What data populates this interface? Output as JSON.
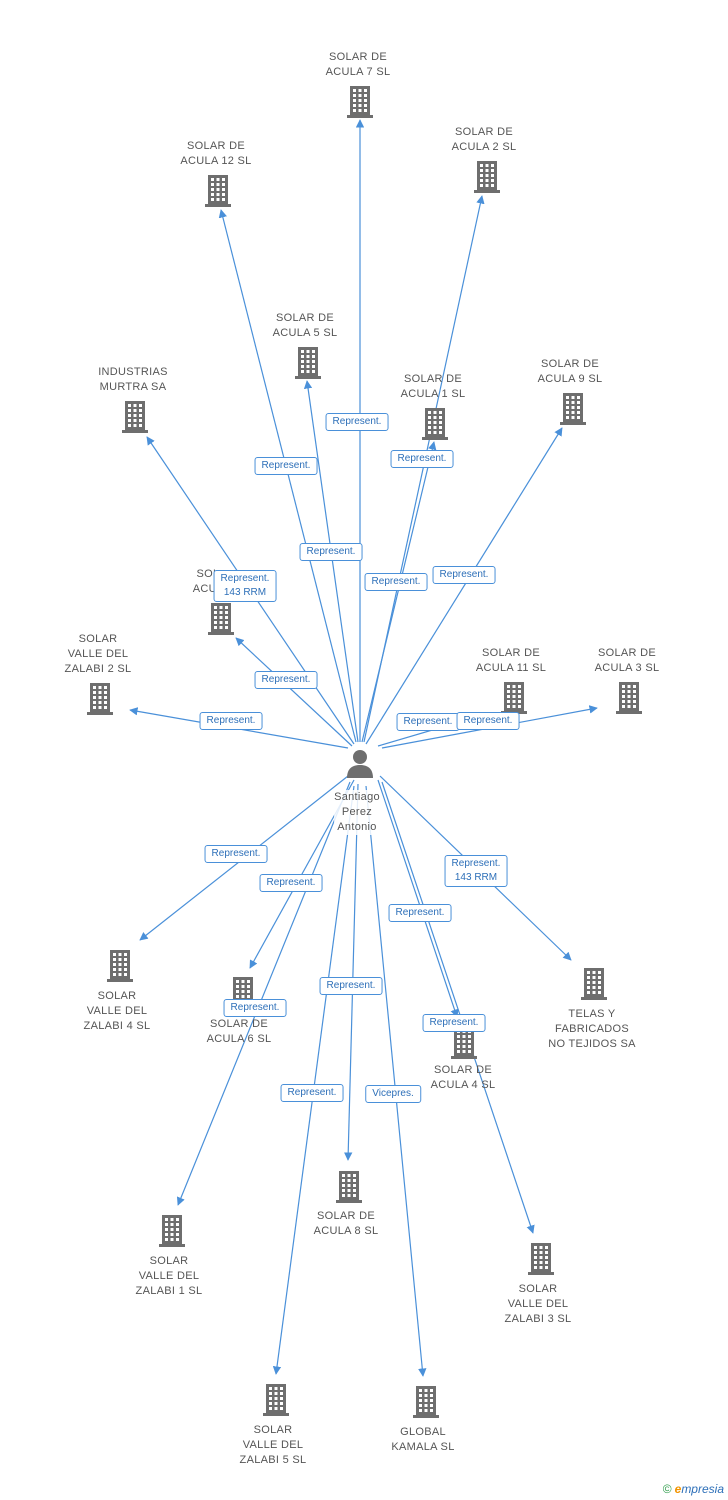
{
  "center": {
    "name": "Santiago Perez Antonio",
    "lines": [
      "Santiago",
      "Perez",
      "Antonio"
    ],
    "icon": "person-icon"
  },
  "colors": {
    "edge": "#4a90d9",
    "badge_text": "#2d6fb8",
    "node_icon": "#6e6e6e",
    "label": "#555555"
  },
  "companies": [
    {
      "id": "acula7",
      "lines": [
        "SOLAR DE",
        "ACULA 7 SL"
      ],
      "icon": "building-icon"
    },
    {
      "id": "acula12",
      "lines": [
        "SOLAR DE",
        "ACULA 12 SL"
      ],
      "icon": "building-icon"
    },
    {
      "id": "acula2",
      "lines": [
        "SOLAR DE",
        "ACULA 2 SL"
      ],
      "icon": "building-icon"
    },
    {
      "id": "acula5",
      "lines": [
        "SOLAR DE",
        "ACULA 5 SL"
      ],
      "icon": "building-icon"
    },
    {
      "id": "murtra",
      "lines": [
        "INDUSTRIAS",
        "MURTRA SA"
      ],
      "icon": "building-icon"
    },
    {
      "id": "acula1",
      "lines": [
        "SOLAR DE",
        "ACULA 1 SL"
      ],
      "icon": "building-icon"
    },
    {
      "id": "acula9",
      "lines": [
        "SOLAR DE",
        "ACULA 9 SL"
      ],
      "icon": "building-icon"
    },
    {
      "id": "aculaHidden",
      "lines": [
        "SOL",
        "ACUL"
      ],
      "icon": "building-icon"
    },
    {
      "id": "zalabi2",
      "lines": [
        "SOLAR",
        "VALLE DEL",
        "ZALABI 2 SL"
      ],
      "icon": "building-icon"
    },
    {
      "id": "acula11",
      "lines": [
        "SOLAR DE",
        "ACULA 11 SL"
      ],
      "icon": "building-icon"
    },
    {
      "id": "acula3",
      "lines": [
        "SOLAR DE",
        "ACULA 3 SL"
      ],
      "icon": "building-icon"
    },
    {
      "id": "zalabi4",
      "lines": [
        "SOLAR",
        "VALLE DEL",
        "ZALABI 4 SL"
      ],
      "icon": "building-icon"
    },
    {
      "id": "acula6",
      "lines": [
        "SOLAR DE",
        "ACULA 6 SL"
      ],
      "icon": "building-icon"
    },
    {
      "id": "telas",
      "lines": [
        "TELAS Y",
        "FABRICADOS",
        "NO TEJIDOS SA"
      ],
      "icon": "building-icon"
    },
    {
      "id": "acula4",
      "lines": [
        "SOLAR DE",
        "ACULA 4 SL"
      ],
      "icon": "building-icon"
    },
    {
      "id": "acula8",
      "lines": [
        "SOLAR DE",
        "ACULA 8 SL"
      ],
      "icon": "building-icon"
    },
    {
      "id": "zalabi1",
      "lines": [
        "SOLAR",
        "VALLE DEL",
        "ZALABI 1 SL"
      ],
      "icon": "building-icon"
    },
    {
      "id": "zalabi3",
      "lines": [
        "SOLAR",
        "VALLE DEL",
        "ZALABI 3 SL"
      ],
      "icon": "building-icon"
    },
    {
      "id": "zalabi5",
      "lines": [
        "SOLAR",
        "VALLE DEL",
        "ZALABI 5 SL"
      ],
      "icon": "building-icon"
    },
    {
      "id": "kamala",
      "lines": [
        "GLOBAL",
        "KAMALA SL"
      ],
      "icon": "building-icon"
    }
  ],
  "relations": [
    {
      "to": "acula7",
      "lines": [
        "Represent."
      ]
    },
    {
      "to": "acula12",
      "lines": [
        "Represent."
      ]
    },
    {
      "to": "acula2",
      "lines": [
        "Represent."
      ]
    },
    {
      "to": "acula5",
      "lines": [
        "Represent."
      ]
    },
    {
      "to": "murtra",
      "lines": [
        "Represent.",
        "143 RRM"
      ]
    },
    {
      "to": "acula1",
      "lines": [
        "Represent."
      ]
    },
    {
      "to": "acula9",
      "lines": [
        "Represent."
      ]
    },
    {
      "to": "aculaHidden",
      "lines": [
        "Represent."
      ]
    },
    {
      "to": "zalabi2",
      "lines": [
        "Represent."
      ]
    },
    {
      "to": "acula11",
      "lines": [
        "Represent."
      ]
    },
    {
      "to": "acula3",
      "lines": [
        "Represent."
      ]
    },
    {
      "to": "zalabi4",
      "lines": [
        "Represent."
      ]
    },
    {
      "to": "acula6",
      "lines": [
        "Represent."
      ]
    },
    {
      "to": "telas",
      "lines": [
        "Represent.",
        "143 RRM"
      ]
    },
    {
      "to": "acula4",
      "lines": [
        "Represent."
      ]
    },
    {
      "to": "acula8",
      "lines": [
        "Represent."
      ]
    },
    {
      "to": "zalabi1",
      "lines": [
        "Represent."
      ]
    },
    {
      "to": "zalabi3",
      "lines": [
        "Represent."
      ]
    },
    {
      "to": "zalabi5",
      "lines": [
        "Represent."
      ]
    },
    {
      "to": "kamala",
      "lines": [
        "Vicepres."
      ]
    }
  ],
  "footer": {
    "copyright": "©",
    "brand_initial": "e",
    "brand_rest": "mpresia"
  }
}
